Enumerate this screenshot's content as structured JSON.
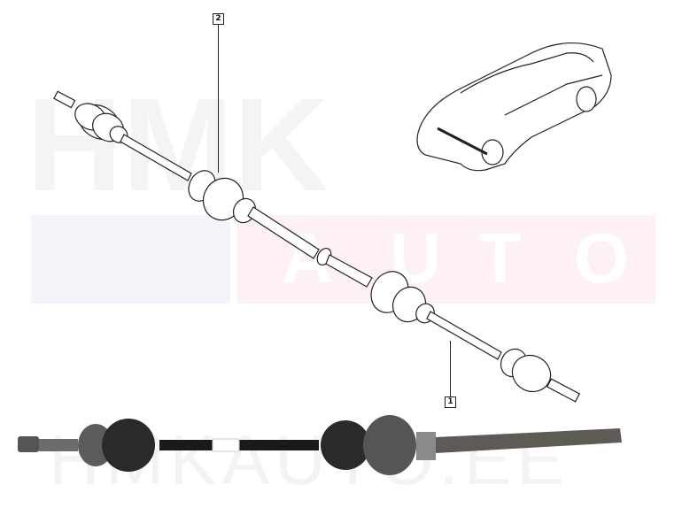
{
  "watermark": {
    "top_text": "HMK",
    "auto_letters": [
      "A",
      "U",
      "T",
      "O"
    ],
    "bottom_text": "HMKAUTO.EE",
    "colors": {
      "gray": "#f4f4f6",
      "pink": "#fdf1f3",
      "blue": "#f2f4f9"
    }
  },
  "diagram": {
    "callouts": [
      {
        "id": "2",
        "label": "2"
      },
      {
        "id": "1",
        "label": "1"
      }
    ],
    "parts": [
      "driveshaft-exploded-drawing",
      "vehicle-location-inset",
      "driveshaft-photo"
    ]
  }
}
